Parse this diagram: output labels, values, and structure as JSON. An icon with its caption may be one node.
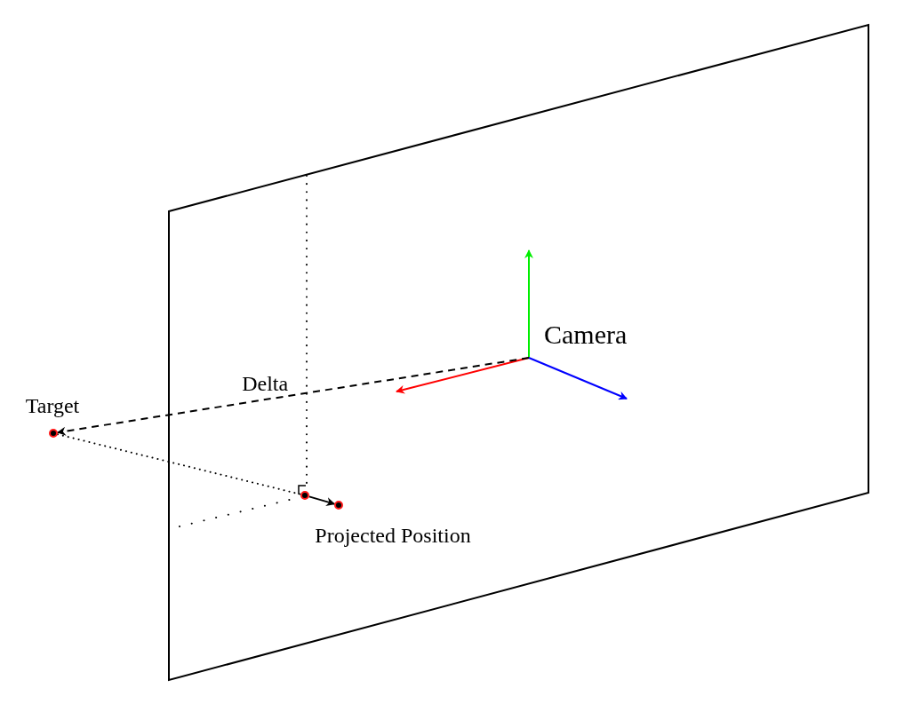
{
  "diagram": {
    "nodes": [
      {
        "text": [
          "Camera"
        ]
      },
      {
        "text": [],
        "shape": "circle",
        "beside": [
          "Target"
        ]
      },
      {
        "text": [],
        "shape": "circle",
        "beside": [
          "Projected Position"
        ]
      },
      {
        "text": [],
        "shape": "circle"
      }
    ],
    "edges": [
      {
        "from": 0,
        "to": 1,
        "arrow": "to",
        "style": "dashed",
        "label": "Delta"
      },
      {
        "from": 1,
        "to": 2,
        "arrow": "none",
        "style": "dashed"
      },
      {
        "from": 2,
        "to": 3,
        "arrow": "to"
      }
    ]
  }
}
